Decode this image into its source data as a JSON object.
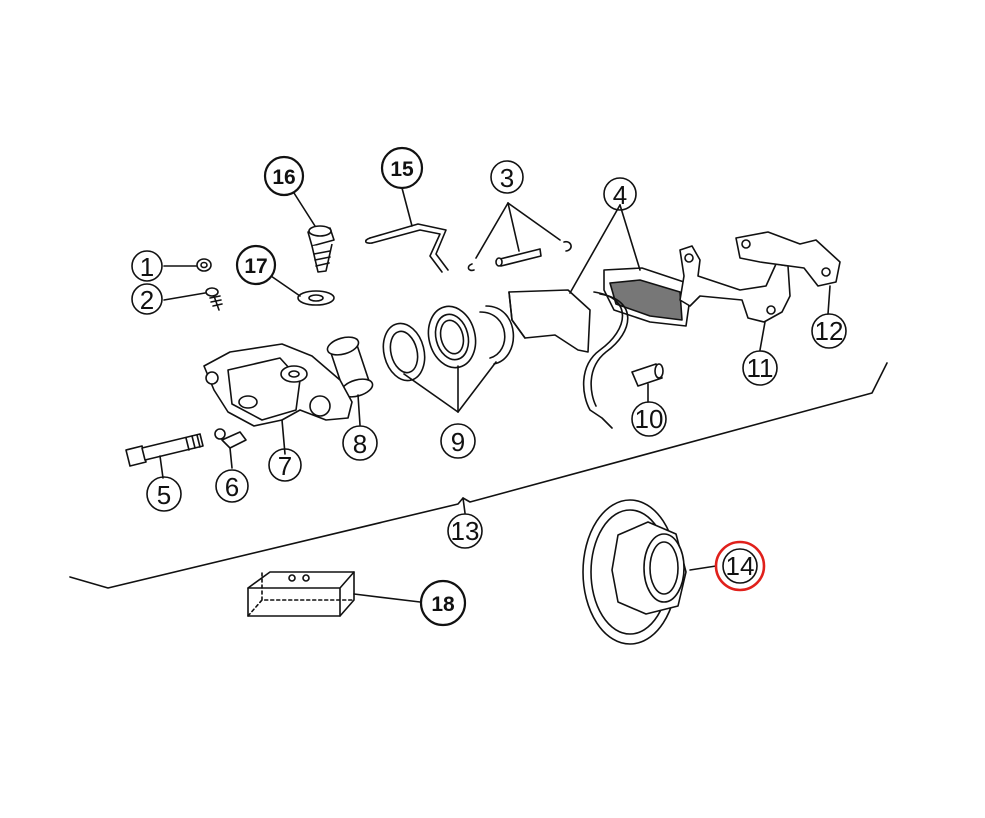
{
  "diagram": {
    "callouts": [
      {
        "id": "c1",
        "label": "1",
        "style": "thin"
      },
      {
        "id": "c2",
        "label": "2",
        "style": "thin"
      },
      {
        "id": "c3",
        "label": "3",
        "style": "thin"
      },
      {
        "id": "c4",
        "label": "4",
        "style": "thin"
      },
      {
        "id": "c5",
        "label": "5",
        "style": "thin"
      },
      {
        "id": "c6",
        "label": "6",
        "style": "thin"
      },
      {
        "id": "c7",
        "label": "7",
        "style": "thin"
      },
      {
        "id": "c8",
        "label": "8",
        "style": "thin"
      },
      {
        "id": "c9",
        "label": "9",
        "style": "thin"
      },
      {
        "id": "c10",
        "label": "10",
        "style": "thin"
      },
      {
        "id": "c11",
        "label": "11",
        "style": "thin"
      },
      {
        "id": "c12",
        "label": "12",
        "style": "thin"
      },
      {
        "id": "c13",
        "label": "13",
        "style": "thin"
      },
      {
        "id": "c14",
        "label": "14",
        "style": "thin",
        "highlighted": true
      },
      {
        "id": "c15",
        "label": "15",
        "style": "bold"
      },
      {
        "id": "c16",
        "label": "16",
        "style": "bold"
      },
      {
        "id": "c17",
        "label": "17",
        "style": "bold"
      },
      {
        "id": "c18",
        "label": "18",
        "style": "bold"
      }
    ],
    "colors": {
      "line": "#111111",
      "background": "#ffffff",
      "highlight": "#e0201b"
    }
  }
}
